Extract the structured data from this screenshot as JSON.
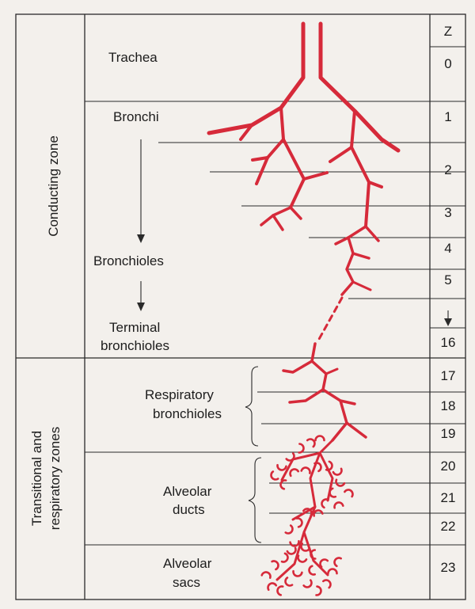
{
  "zones": {
    "conducting": "Conducting zone",
    "transitional_line1": "Transitional and",
    "transitional_line2": "respiratory zones"
  },
  "labels": {
    "trachea": "Trachea",
    "bronchi": "Bronchi",
    "bronchioles": "Bronchioles",
    "terminal_line1": "Terminal",
    "terminal_line2": "bronchioles",
    "respiratory_line1": "Respiratory",
    "respiratory_line2": "bronchioles",
    "alveolar_ducts_line1": "Alveolar",
    "alveolar_ducts_line2": "ducts",
    "alveolar_sacs_line1": "Alveolar",
    "alveolar_sacs_line2": "sacs"
  },
  "z_column": {
    "header": "Z",
    "values": [
      "0",
      "1",
      "2",
      "3",
      "4",
      "5",
      "16",
      "17",
      "18",
      "19",
      "20",
      "21",
      "22",
      "23"
    ]
  },
  "colors": {
    "airway": "#d62a3a",
    "lines": "#2a2a2a",
    "background": "#f3f0ec"
  }
}
